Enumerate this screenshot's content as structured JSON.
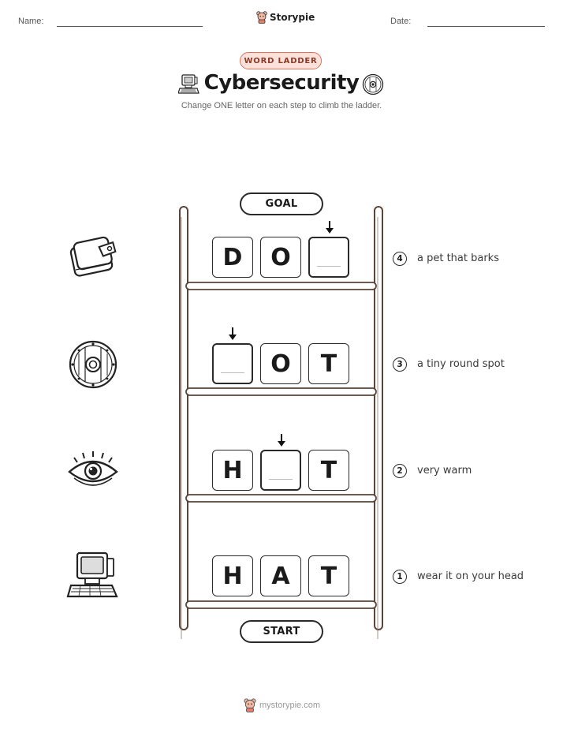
{
  "header": {
    "name_label": "Name:",
    "date_label": "Date:",
    "brand": "Storypie",
    "brand_icon": "bear-mascot-icon"
  },
  "badge": "WORD LADDER",
  "title": "Cybersecurity",
  "subtitle": "Change ONE letter on each step to climb the ladder.",
  "ladder": {
    "goal_label": "GOAL",
    "start_label": "START",
    "rungs": [
      {
        "step": "4",
        "letters": [
          "D",
          "O",
          ""
        ],
        "clue": "a pet that barks",
        "icon": "wallet-icon"
      },
      {
        "step": "3",
        "letters": [
          "",
          "O",
          "T"
        ],
        "clue": "a tiny round spot",
        "icon": "shield-icon"
      },
      {
        "step": "2",
        "letters": [
          "H",
          "",
          "T"
        ],
        "clue": "very warm",
        "icon": "eye-icon"
      },
      {
        "step": "1",
        "letters": [
          "H",
          "A",
          "T"
        ],
        "clue": "wear it on your head",
        "icon": "computer-icon"
      }
    ]
  },
  "footer": "mystorypie.com"
}
